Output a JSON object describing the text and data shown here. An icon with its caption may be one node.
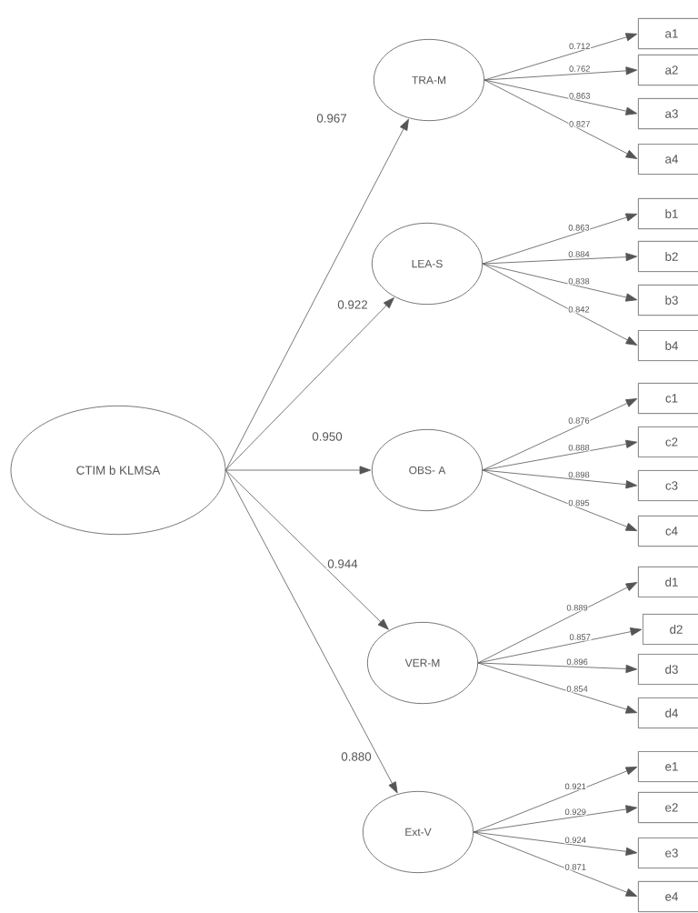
{
  "diagram": {
    "nodes": [
      {
        "text": [
          "CTIM b KLMSA"
        ]
      },
      {
        "text": [
          "TRA-M"
        ]
      },
      {
        "text": [
          "LEA-S"
        ]
      },
      {
        "text": [
          "OBS- A"
        ]
      },
      {
        "text": [
          "VER-M"
        ]
      },
      {
        "text": [
          "Ext-V"
        ]
      },
      {
        "text": [
          "a1"
        ]
      },
      {
        "text": [
          "a2"
        ]
      },
      {
        "text": [
          "a3"
        ]
      },
      {
        "text": [
          "a4"
        ]
      },
      {
        "text": [
          "b1"
        ]
      },
      {
        "text": [
          "b2"
        ]
      },
      {
        "text": [
          "b3"
        ]
      },
      {
        "text": [
          "b4"
        ]
      },
      {
        "text": [
          "c1"
        ]
      },
      {
        "text": [
          "c2"
        ]
      },
      {
        "text": [
          "c3"
        ]
      },
      {
        "text": [
          "c4"
        ]
      },
      {
        "text": [
          "d1"
        ]
      },
      {
        "text": [
          "d2"
        ]
      },
      {
        "text": [
          "d3"
        ]
      },
      {
        "text": [
          "d4"
        ]
      },
      {
        "text": [
          "e1"
        ]
      },
      {
        "text": [
          "e2"
        ]
      },
      {
        "text": [
          "e3"
        ]
      },
      {
        "text": [
          "e4"
        ]
      }
    ],
    "edges": [
      {
        "from": 0,
        "to": 1,
        "arrow": "to",
        "label": "0.967"
      },
      {
        "from": 0,
        "to": 2,
        "arrow": "to",
        "label": "0.922"
      },
      {
        "from": 0,
        "to": 3,
        "arrow": "to",
        "label": "0.950"
      },
      {
        "from": 0,
        "to": 4,
        "arrow": "to",
        "label": "0.944"
      },
      {
        "from": 0,
        "to": 5,
        "arrow": "to",
        "label": "0.880"
      },
      {
        "from": 1,
        "to": 6,
        "arrow": "to",
        "label": "0.712"
      },
      {
        "from": 1,
        "to": 7,
        "arrow": "to",
        "label": "0.762"
      },
      {
        "from": 1,
        "to": 8,
        "arrow": "to",
        "label": "0.863"
      },
      {
        "from": 1,
        "to": 9,
        "arrow": "to",
        "label": "0.827"
      },
      {
        "from": 2,
        "to": 10,
        "arrow": "to",
        "label": "0.863"
      },
      {
        "from": 2,
        "to": 11,
        "arrow": "to",
        "label": "0.884"
      },
      {
        "from": 2,
        "to": 12,
        "arrow": "to",
        "label": "0.838"
      },
      {
        "from": 2,
        "to": 13,
        "arrow": "to",
        "label": "0.842"
      },
      {
        "from": 3,
        "to": 14,
        "arrow": "to",
        "label": "0.876"
      },
      {
        "from": 3,
        "to": 15,
        "arrow": "to",
        "label": "0.888"
      },
      {
        "from": 3,
        "to": 16,
        "arrow": "to",
        "label": "0.898"
      },
      {
        "from": 3,
        "to": 17,
        "arrow": "to",
        "label": "0.895"
      },
      {
        "from": 4,
        "to": 18,
        "arrow": "to",
        "label": "0.889"
      },
      {
        "from": 4,
        "to": 19,
        "arrow": "to",
        "label": "0.857"
      },
      {
        "from": 4,
        "to": 20,
        "arrow": "to",
        "label": "0.896"
      },
      {
        "from": 4,
        "to": 21,
        "arrow": "to",
        "label": "0.854"
      },
      {
        "from": 5,
        "to": 22,
        "arrow": "to",
        "label": "0.921"
      },
      {
        "from": 5,
        "to": 23,
        "arrow": "to",
        "label": "0.929"
      },
      {
        "from": 5,
        "to": 24,
        "arrow": "to",
        "label": "0.924"
      },
      {
        "from": 5,
        "to": 25,
        "arrow": "to",
        "label": "0.871"
      }
    ]
  }
}
